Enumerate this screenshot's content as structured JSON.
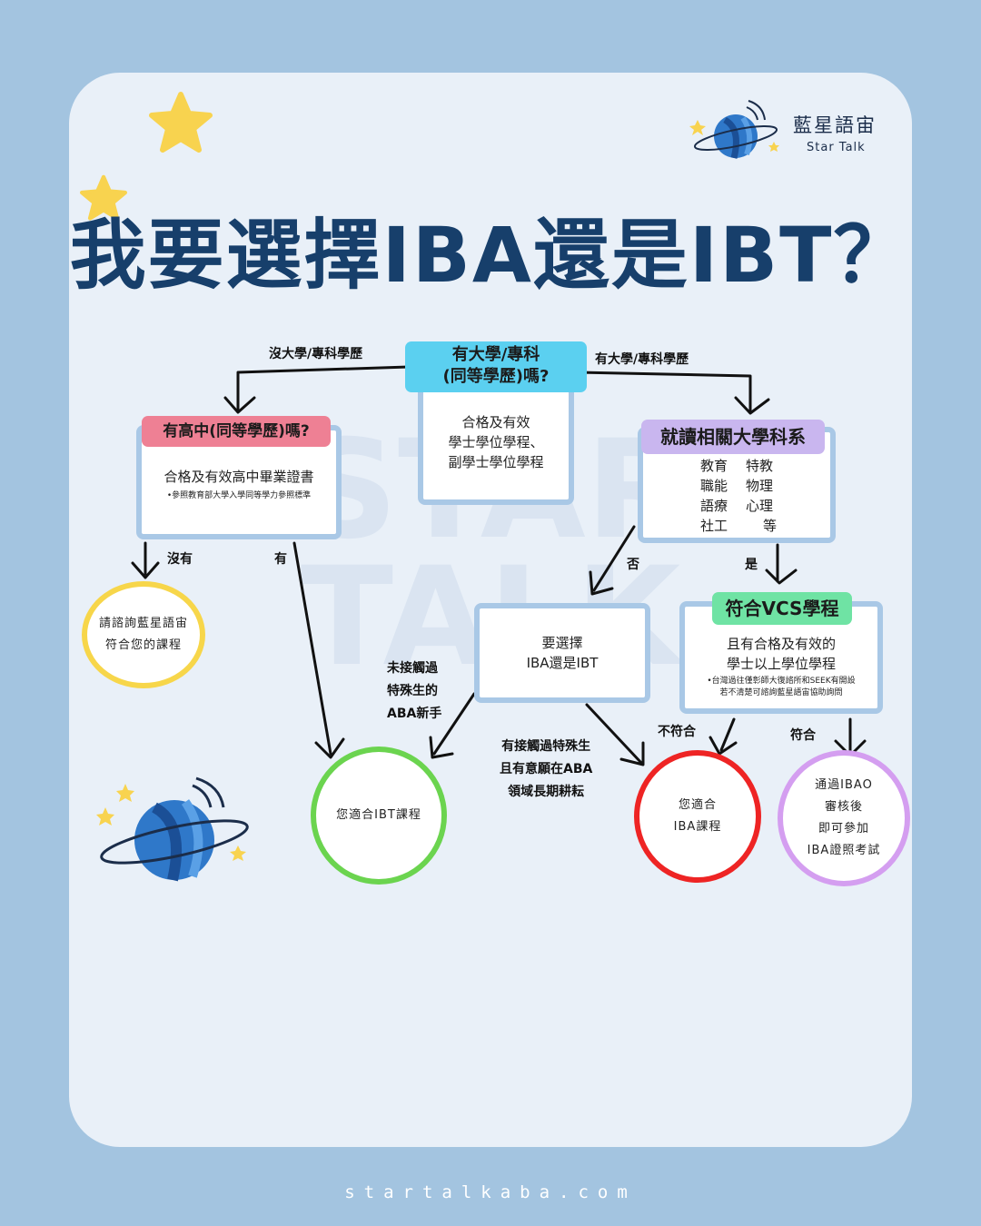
{
  "header": {
    "title": "我要選擇IBA還是IBT？",
    "brand_cn": "藍星語宙",
    "brand_en": "Star Talk"
  },
  "watermark": "STAR TALK",
  "nodes": {
    "degree_question": {
      "tag": "有大學/專科\n(同等學歷)嗎?",
      "body": "合格及有效\n學士學位學程、\n副學士學位學程"
    },
    "highschool_question": {
      "tag": "有高中(同等學歷)嗎?",
      "body": "合格及有效高中畢業證書",
      "note": "•參照教育部大學入學同等學力參照標準"
    },
    "major_question": {
      "tag": "就讀相關大學科系",
      "majors": [
        "教育",
        "特教",
        "職能",
        "物理",
        "語療",
        "心理",
        "社工",
        "等"
      ]
    },
    "choose_iba_ibt": {
      "body": "要選擇\nIBA還是IBT"
    },
    "vcs_program": {
      "tag": "符合VCS學程",
      "body": "且有合格及有效的\n學士以上學位學程",
      "note": "•台灣過往僅彰師大復諮所和SEEK有開設\n若不清楚可諮詢藍星語宙協助詢問"
    }
  },
  "outcomes": {
    "consult": "請諮詢藍星語宙\n符合您的課程",
    "ibt": "您適合IBT課程",
    "iba": "您適合\nIBA課程",
    "ibao": "通過IBAO\n審核後\n即可參加\nIBA證照考試"
  },
  "edge_labels": {
    "no_degree": "沒大學/專科學歷",
    "has_degree": "有大學/專科學歷",
    "no": "沒有",
    "yes_have": "有",
    "not_related": "否",
    "related": "是",
    "new_to_aba": "未接觸過\n特殊生的\nABA新手",
    "experienced": "有接觸過特殊生\n且有意願在ABA\n領域長期耕耘",
    "not_eligible": "不符合",
    "eligible": "符合"
  },
  "footer": {
    "url": "startalkaba.com"
  },
  "colors": {
    "background": "#a3c4e0",
    "card": "#e9f0f8",
    "title": "#173f6b",
    "tag_degree": "#5bd0f0",
    "tag_highschool": "#ee8094",
    "tag_major": "#c9b6ef",
    "tag_vcs": "#6fe3a4",
    "circle_consult": "#f7d64a",
    "circle_ibt": "#6bd44f",
    "circle_iba": "#ee2424",
    "circle_ibao": "#d49ef0",
    "star": "#f8d34f",
    "planet": "#2f78c9"
  }
}
